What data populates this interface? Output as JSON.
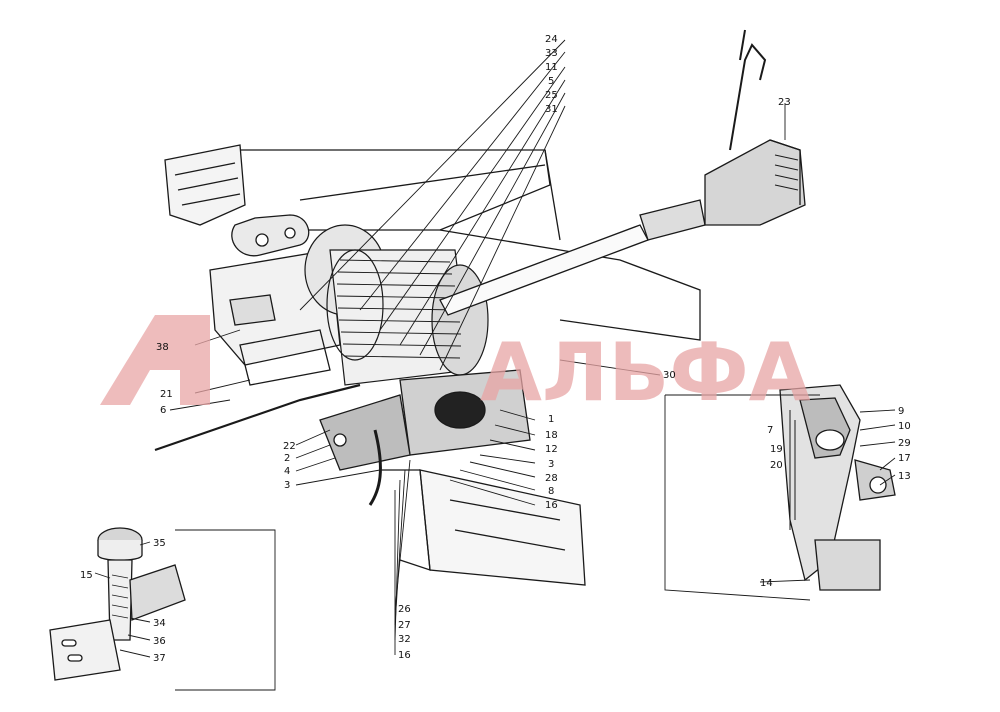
{
  "watermark": {
    "text": "АЛЬФА",
    "color": "#e8a5a5"
  },
  "callouts": {
    "n1": "1",
    "n2": "2",
    "n3": "3",
    "n3b": "3",
    "n4": "4",
    "n5": "5",
    "n6": "6",
    "n7": "7",
    "n8": "8",
    "n9": "9",
    "n10": "10",
    "n11": "11",
    "n12": "12",
    "n13": "13",
    "n14": "14",
    "n15": "15",
    "n16": "16",
    "n16b": "16",
    "n17": "17",
    "n18": "18",
    "n19": "19",
    "n20": "20",
    "n21": "21",
    "n22": "22",
    "n23": "23",
    "n24": "24",
    "n25": "25",
    "n26": "26",
    "n27": "27",
    "n28": "28",
    "n29": "29",
    "n30": "30",
    "n31": "31",
    "n32": "32",
    "n33": "33",
    "n34": "34",
    "n35": "35",
    "n36": "36",
    "n37": "37",
    "n38": "38"
  },
  "colors": {
    "line": "#1a1a1a",
    "paper": "#ffffff"
  }
}
